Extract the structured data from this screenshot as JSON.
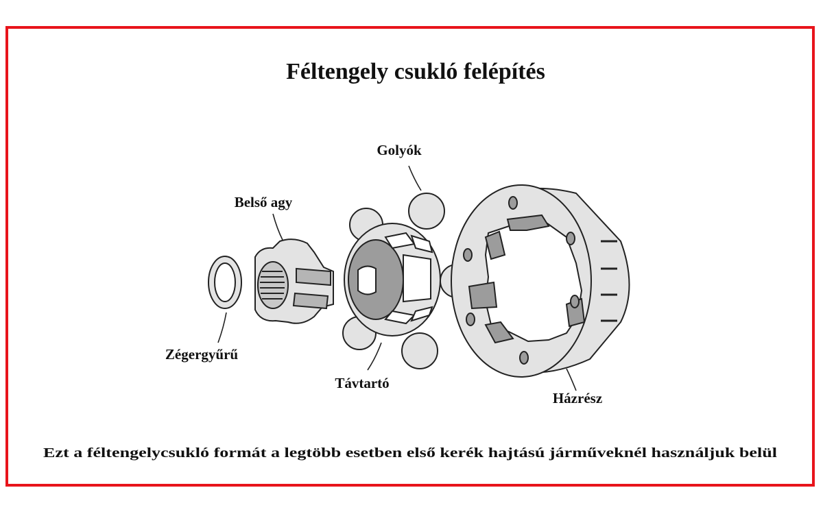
{
  "title": "Féltengely csukló felépítés",
  "labels": {
    "balls": "Golyók",
    "inner_hub": "Belső agy",
    "circlip": "Zégergyűrű",
    "cage": "Távtartó",
    "housing": "Házrész"
  },
  "caption": "Ezt a féltengelycsukló formát a legtöbb esetben első kerék hajtású járműveknél használjuk belül",
  "colors": {
    "frame_border": "#e8141b",
    "part_fill": "#e3e3e3",
    "part_shade": "#9c9c9c",
    "outline": "#222222"
  }
}
